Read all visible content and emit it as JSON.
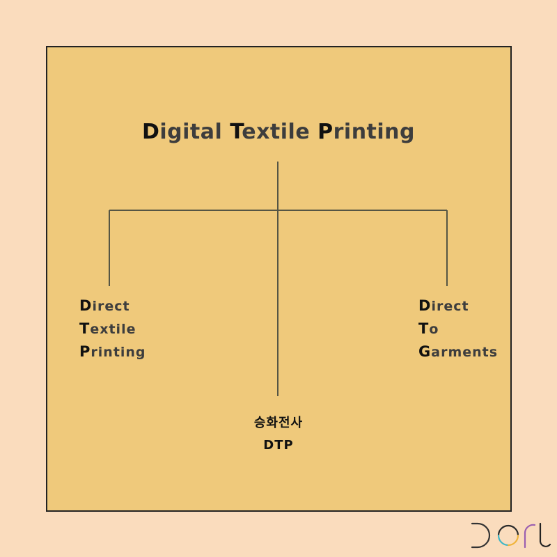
{
  "diagram": {
    "title": {
      "words": [
        {
          "initial": "D",
          "rest": "igital"
        },
        {
          "initial": "T",
          "rest": "extile"
        },
        {
          "initial": "P",
          "rest": "rinting"
        }
      ]
    },
    "left_node": {
      "lines": [
        {
          "initial": "D",
          "rest": "irect"
        },
        {
          "initial": "T",
          "rest": "extile"
        },
        {
          "initial": "P",
          "rest": "rinting"
        }
      ]
    },
    "center_node": {
      "lines": [
        "승화전사",
        "DTP"
      ]
    },
    "right_node": {
      "lines": [
        {
          "initial": "D",
          "rest": "irect"
        },
        {
          "initial": "T",
          "rest": "o"
        },
        {
          "initial": "G",
          "rest": "arments"
        }
      ]
    }
  },
  "colors": {
    "background": "#fadcbd",
    "panel": "#efc97b",
    "lines": "#555544",
    "text": "#333333"
  },
  "logo": {
    "icon": "dorl-logo"
  }
}
